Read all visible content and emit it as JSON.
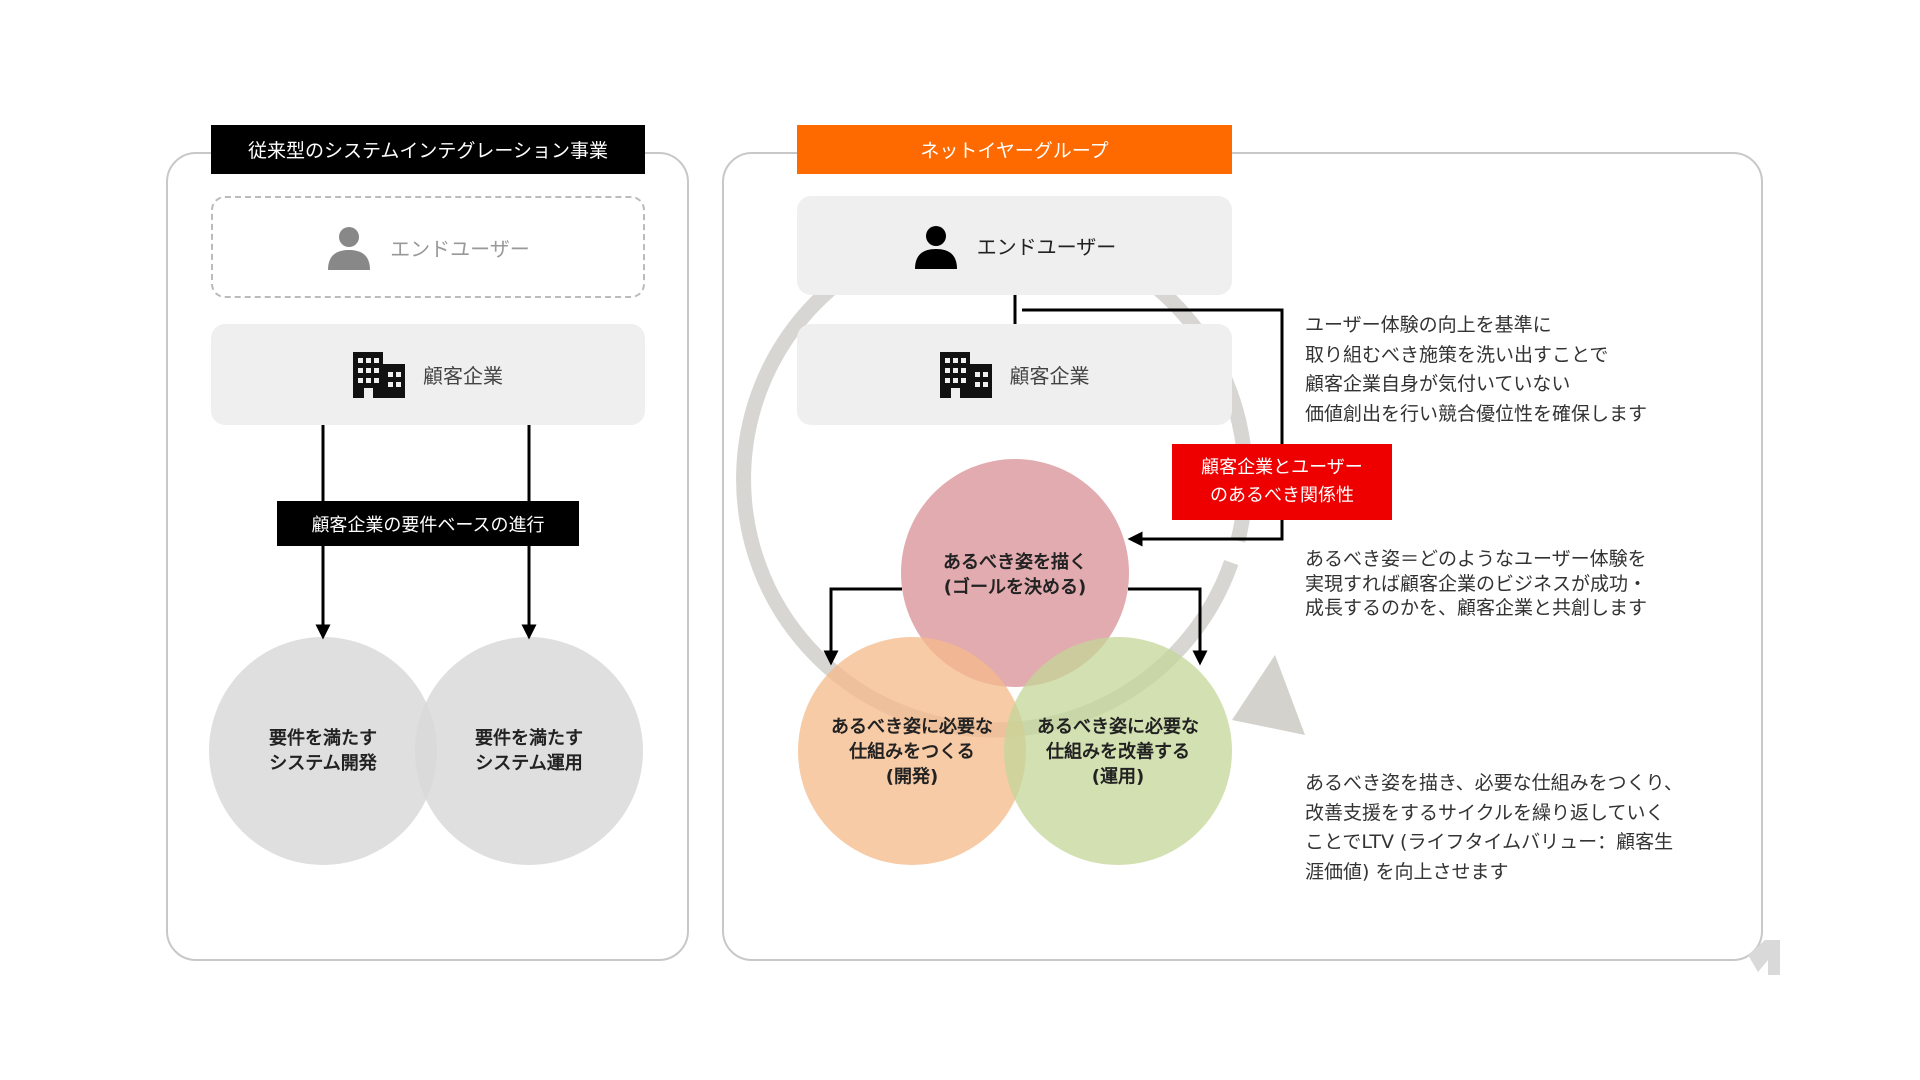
{
  "left": {
    "title": "従来型のシステムインテグレーション事業",
    "end_user": "エンドユーザー",
    "customer": "顧客企業",
    "process_label": "顧客企業の要件ベースの進行",
    "circle_dev": [
      "要件を満たす",
      "システム開発"
    ],
    "circle_ops": [
      "要件を満たす",
      "システム運用"
    ]
  },
  "right": {
    "title": "ネットイヤーグループ",
    "end_user": "エンドユーザー",
    "customer": "顧客企業",
    "relation_label": [
      "顧客企業とユーザー",
      "のあるべき関係性"
    ],
    "circle_goal": [
      "あるべき姿を描く",
      "(ゴールを決める)"
    ],
    "circle_dev": [
      "あるべき姿に必要な",
      "仕組みをつくる",
      "(開発)"
    ],
    "circle_ops": [
      "あるべき姿に必要な",
      "仕組みを改善する",
      "(運用)"
    ],
    "desc1": [
      "ユーザー体験の向上を基準に",
      "取り組むべき施策を洗い出すことで",
      "顧客企業自身が気付いていない",
      "価値創出を行い競合優位性を確保します"
    ],
    "desc2": [
      "あるべき姿＝どのようなユーザー体験を",
      "実現すれば顧客企業のビジネスが成功・",
      "成長するのかを、顧客企業と共創します"
    ],
    "desc3": [
      "あるべき姿を描き、必要な仕組みをつくり、",
      "改善支援をするサイクルを繰り返していく",
      "ことでLTV (ライフタイムバリュー：顧客生",
      "涯価値) を向上させます"
    ]
  },
  "colors": {
    "orange": "#ff6a00",
    "red": "#ee0000",
    "pink": "#dea2a6",
    "peach": "#f6c39a",
    "green": "#cfdca8",
    "gray": "#d6d6d6"
  }
}
